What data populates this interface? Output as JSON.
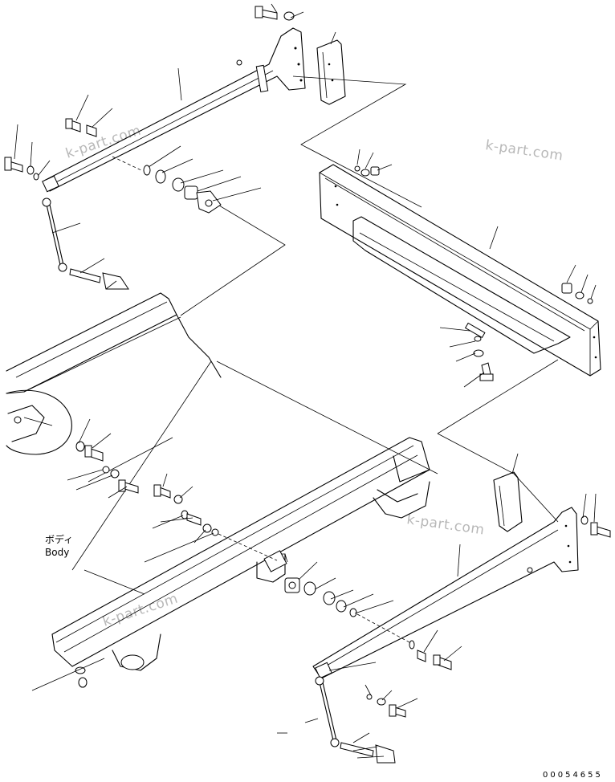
{
  "figure": {
    "title": "",
    "body_label_jp": "ボディ",
    "body_label_en": "Body",
    "drawing_number": "00054655",
    "watermark": "k-part.com"
  }
}
